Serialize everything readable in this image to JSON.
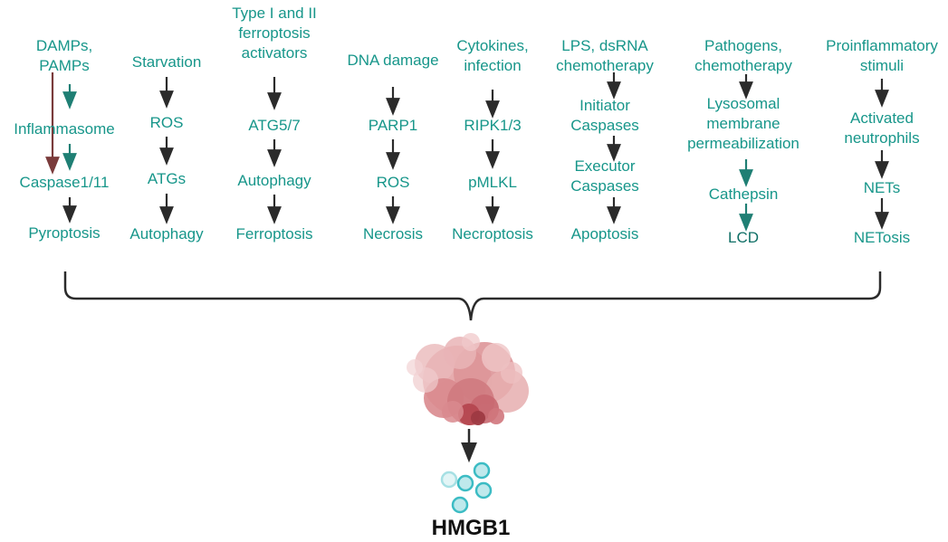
{
  "pathways": [
    {
      "id": "pyroptosis",
      "steps": [
        [
          "DAMPs,",
          "PAMPs"
        ],
        [
          "Inflammasome"
        ],
        [
          "Caspase1/11"
        ],
        [
          "Pyroptosis"
        ]
      ]
    },
    {
      "id": "autophagy",
      "steps": [
        [
          "Starvation"
        ],
        [
          "ROS"
        ],
        [
          "ATGs"
        ],
        [
          "Autophagy"
        ]
      ]
    },
    {
      "id": "ferroptosis",
      "steps": [
        [
          "Type I and II",
          "ferroptosis",
          "activators"
        ],
        [
          "ATG5/7"
        ],
        [
          "Autophagy"
        ],
        [
          "Ferroptosis"
        ]
      ]
    },
    {
      "id": "necrosis",
      "steps": [
        [
          "DNA damage"
        ],
        [
          "PARP1"
        ],
        [
          "ROS"
        ],
        [
          "Necrosis"
        ]
      ]
    },
    {
      "id": "necroptosis",
      "steps": [
        [
          "Cytokines,",
          "infection"
        ],
        [
          "RIPK1/3"
        ],
        [
          "pMLKL"
        ],
        [
          "Necroptosis"
        ]
      ]
    },
    {
      "id": "apoptosis",
      "steps": [
        [
          "LPS, dsRNA",
          "chemotherapy"
        ],
        [
          "Initiator",
          "Caspases"
        ],
        [
          "Executor",
          "Caspases"
        ],
        [
          "Apoptosis"
        ]
      ]
    },
    {
      "id": "lcd",
      "steps": [
        [
          "Pathogens,",
          "chemotherapy"
        ],
        [
          "Lysosomal",
          "membrane",
          "permeabilization"
        ],
        [
          "Cathepsin"
        ],
        [
          "LCD"
        ]
      ]
    },
    {
      "id": "netosis",
      "steps": [
        [
          "Proinflammatory",
          "stimuli"
        ],
        [
          "Activated",
          "neutrophils"
        ],
        [
          "NETs"
        ],
        [
          "NETosis"
        ]
      ]
    }
  ],
  "final_label": "HMGB1",
  "colors": {
    "label_teal": "#17968a",
    "arrow_dark": "#2b2b2b",
    "arrow_teal": "#1f7f74",
    "arrow_red": "#7a3b3b",
    "protein": "#d98a8e",
    "protein_dark": "#b5474f",
    "molecule": "#3cbcc4"
  }
}
